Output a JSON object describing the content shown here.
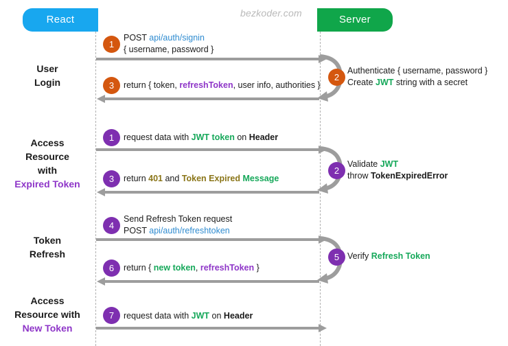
{
  "diagram": {
    "watermark": "bezkoder.com",
    "actors": {
      "client": {
        "label": "React",
        "color": "#18a7ef"
      },
      "server": {
        "label": "Server",
        "color": "#10a64a"
      }
    },
    "accent_colors": {
      "badge_orange": "#d4570f",
      "badge_purple": "#7e2fb0",
      "link_blue": "#2e8bd0",
      "token_green": "#16a85a",
      "refresh_purple": "#8e35c8",
      "status_gold": "#8a7518",
      "arrow_gray": "#9d9d9d",
      "lifeline_gray": "#b0b0b0"
    },
    "sections": [
      {
        "name": "user-login",
        "label_lines": [
          {
            "text": "User",
            "accent": false
          },
          {
            "text": "Login",
            "accent": false
          }
        ]
      },
      {
        "name": "access-resource-expired-token",
        "label_lines": [
          {
            "text": "Access",
            "accent": false
          },
          {
            "text": "Resource",
            "accent": false
          },
          {
            "text": "with",
            "accent": false
          },
          {
            "text": "Expired Token",
            "accent": true
          }
        ]
      },
      {
        "name": "token-refresh",
        "label_lines": [
          {
            "text": "Token",
            "accent": false
          },
          {
            "text": "Refresh",
            "accent": false
          }
        ]
      },
      {
        "name": "access-resource-new-token",
        "label_lines": [
          {
            "text": "Access",
            "accent": false
          },
          {
            "text": "Resource with",
            "accent": false
          },
          {
            "text": "New Token",
            "accent": true
          }
        ]
      }
    ],
    "steps": [
      {
        "id": "step-1-signin",
        "number": "1",
        "badge_color": "orange",
        "direction": "client-to-server",
        "lines": [
          [
            {
              "t": "POST ",
              "c": ""
            },
            {
              "t": "api/auth/signin",
              "c": "blue"
            }
          ],
          [
            {
              "t": "{ username, password }",
              "c": ""
            }
          ]
        ]
      },
      {
        "id": "step-2-authenticate",
        "number": "2",
        "badge_color": "orange",
        "direction": "server-self",
        "lines": [
          [
            {
              "t": "Authenticate { username, password }",
              "c": ""
            }
          ],
          [
            {
              "t": "Create ",
              "c": ""
            },
            {
              "t": "JWT",
              "c": "green"
            },
            {
              "t": " string with a secret",
              "c": ""
            }
          ]
        ]
      },
      {
        "id": "step-3-return-tokens",
        "number": "3",
        "badge_color": "orange",
        "direction": "server-to-client",
        "lines": [
          [
            {
              "t": "return { token, ",
              "c": ""
            },
            {
              "t": "refreshToken",
              "c": "purple"
            },
            {
              "t": ", user info, authorities }",
              "c": ""
            }
          ]
        ]
      },
      {
        "id": "step-1-request-data",
        "number": "1",
        "badge_color": "purple",
        "direction": "client-to-server",
        "lines": [
          [
            {
              "t": "request data with ",
              "c": ""
            },
            {
              "t": "JWT token",
              "c": "green"
            },
            {
              "t": " on ",
              "c": ""
            },
            {
              "t": "Header",
              "c": "dark"
            }
          ]
        ]
      },
      {
        "id": "step-2-validate-jwt",
        "number": "2",
        "badge_color": "purple",
        "direction": "server-self",
        "lines": [
          [
            {
              "t": "Validate ",
              "c": ""
            },
            {
              "t": "JWT",
              "c": "green"
            }
          ],
          [
            {
              "t": "throw ",
              "c": ""
            },
            {
              "t": "TokenExpiredError",
              "c": "dark"
            }
          ]
        ]
      },
      {
        "id": "step-3-return-401",
        "number": "3",
        "badge_color": "purple",
        "direction": "server-to-client",
        "lines": [
          [
            {
              "t": "return ",
              "c": ""
            },
            {
              "t": "401",
              "c": "gold"
            },
            {
              "t": " and ",
              "c": ""
            },
            {
              "t": "Token Expired",
              "c": "gold"
            },
            {
              "t": " ",
              "c": ""
            },
            {
              "t": "Message",
              "c": "green"
            }
          ]
        ]
      },
      {
        "id": "step-4-refresh-request",
        "number": "4",
        "badge_color": "purple",
        "direction": "client-to-server",
        "lines": [
          [
            {
              "t": "Send Refresh Token request",
              "c": ""
            }
          ],
          [
            {
              "t": "POST ",
              "c": ""
            },
            {
              "t": "api/auth/refreshtoken",
              "c": "blue"
            }
          ]
        ]
      },
      {
        "id": "step-5-verify-refresh-token",
        "number": "5",
        "badge_color": "purple",
        "direction": "server-self",
        "lines": [
          [
            {
              "t": "Verify ",
              "c": ""
            },
            {
              "t": "Refresh Token",
              "c": "green"
            }
          ]
        ]
      },
      {
        "id": "step-6-return-new-token",
        "number": "6",
        "badge_color": "purple",
        "direction": "server-to-client",
        "lines": [
          [
            {
              "t": "return { ",
              "c": ""
            },
            {
              "t": "new token",
              "c": "green"
            },
            {
              "t": ", ",
              "c": ""
            },
            {
              "t": "refreshToken",
              "c": "purple"
            },
            {
              "t": " }",
              "c": ""
            }
          ]
        ]
      },
      {
        "id": "step-7-request-new-token",
        "number": "7",
        "badge_color": "purple",
        "direction": "client-to-server",
        "lines": [
          [
            {
              "t": "request data with ",
              "c": ""
            },
            {
              "t": "JWT",
              "c": "green"
            },
            {
              "t": " on ",
              "c": ""
            },
            {
              "t": "Header",
              "c": "dark"
            }
          ]
        ]
      }
    ]
  }
}
